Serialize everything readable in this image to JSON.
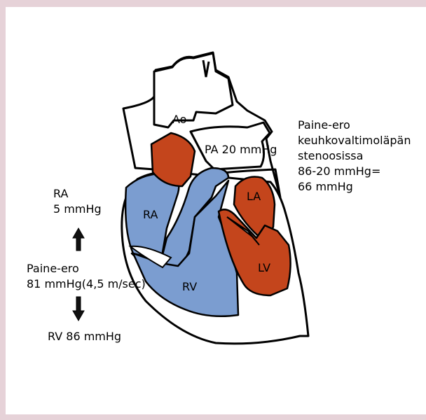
{
  "colors": {
    "background": "#e6d2d8",
    "slide": "#ffffff",
    "right_heart": "#7b9dd0",
    "left_heart": "#c4451c",
    "outline": "#000000"
  },
  "icons": {
    "up_arrow": "up-arrow-icon",
    "down_arrow": "down-arrow-icon"
  },
  "heart_labels": {
    "ao": "Ao",
    "pa": "PA 20 mmHg",
    "ra": "RA",
    "rv": "RV",
    "la": "LA",
    "lv": "LV"
  },
  "left_notes": {
    "ra_line1": "RA",
    "ra_line2": "5 mmHg",
    "diff_line1": "Paine-ero",
    "diff_line2": "81 mmHg(4,5 m/sec)",
    "rv_pressure": "RV 86 mmHg"
  },
  "right_notes": {
    "line1": "Paine-ero",
    "line2": "keuhkovaltimoläpän",
    "line3": "stenoosissa",
    "line4": "86-20 mmHg=",
    "line5": "66 mmHg"
  }
}
